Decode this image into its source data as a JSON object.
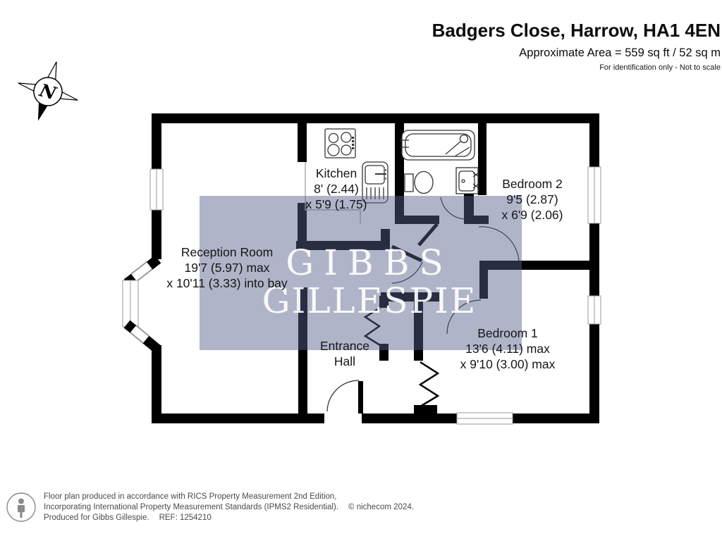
{
  "header": {
    "title": "Badgers Close, Harrow, HA1 4EN",
    "area": "Approximate Area = 559 sq ft / 52 sq m",
    "note": "For identification only - Not to scale"
  },
  "compass": {
    "label": "N"
  },
  "watermark": {
    "line1": "GIBBS",
    "line2": "GILLESPIE"
  },
  "rooms": {
    "kitchen": {
      "name": "Kitchen",
      "dims": [
        "8' (2.44)",
        "x 5'9 (1.75)"
      ]
    },
    "bedroom2": {
      "name": "Bedroom 2",
      "dims": [
        "9'5 (2.87)",
        "x 6'9 (2.06)"
      ]
    },
    "reception": {
      "name": "Reception Room",
      "dims": [
        "19'7 (5.97) max",
        "x 10'11 (3.33) into bay"
      ]
    },
    "entrance": {
      "lines": [
        "Entrance",
        "Hall"
      ]
    },
    "bedroom1": {
      "name": "Bedroom 1",
      "dims": [
        "13'6 (4.11) max",
        "x 9'10 (3.00) max"
      ]
    }
  },
  "footer": {
    "line1": "Floor plan produced in accordance with RICS Property Measurement 2nd Edition,",
    "line2": "Incorporating International Property Measurement Standards (IPMS2 Residential).",
    "copyright": "© nichecom 2024.",
    "line3": "Produced for Gibbs Gillespie.",
    "ref": "REF: 1254210"
  },
  "colors": {
    "wall": "#000000",
    "watermark_box": "rgba(84,96,138,0.47)",
    "text": "#111111"
  }
}
